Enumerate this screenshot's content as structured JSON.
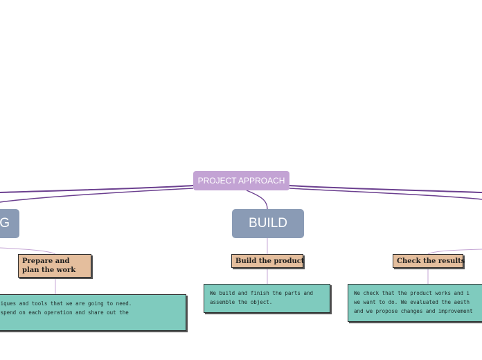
{
  "mindmap": {
    "central": {
      "label": "PROJECT APPROACH"
    },
    "main_topics": {
      "left": {
        "label": "G"
      },
      "build": {
        "label": "BUILD"
      }
    },
    "sub_topics": {
      "prepare": {
        "label": "Prepare and plan the work"
      },
      "build": {
        "label": "Build the product"
      },
      "check": {
        "label": "Check the results"
      }
    },
    "notes": {
      "left": {
        "text": ", techniques and tools that we are going to need.\nned to spend on each operation and share out the"
      },
      "build": {
        "text": "We build and finish the parts and\nassemble the object."
      },
      "check": {
        "text": "We check that the product works and i\nwe want to do. We evaluated the aesth\nand we propose changes and improvement"
      }
    },
    "colors": {
      "central": "#c3a3d4",
      "main_topic": "#8a9bb5",
      "sub_topic": "#e4be9d",
      "note": "#7fcbbe",
      "branch_line": "#6b3f8f",
      "thin_line": "#c4a4d4"
    }
  }
}
